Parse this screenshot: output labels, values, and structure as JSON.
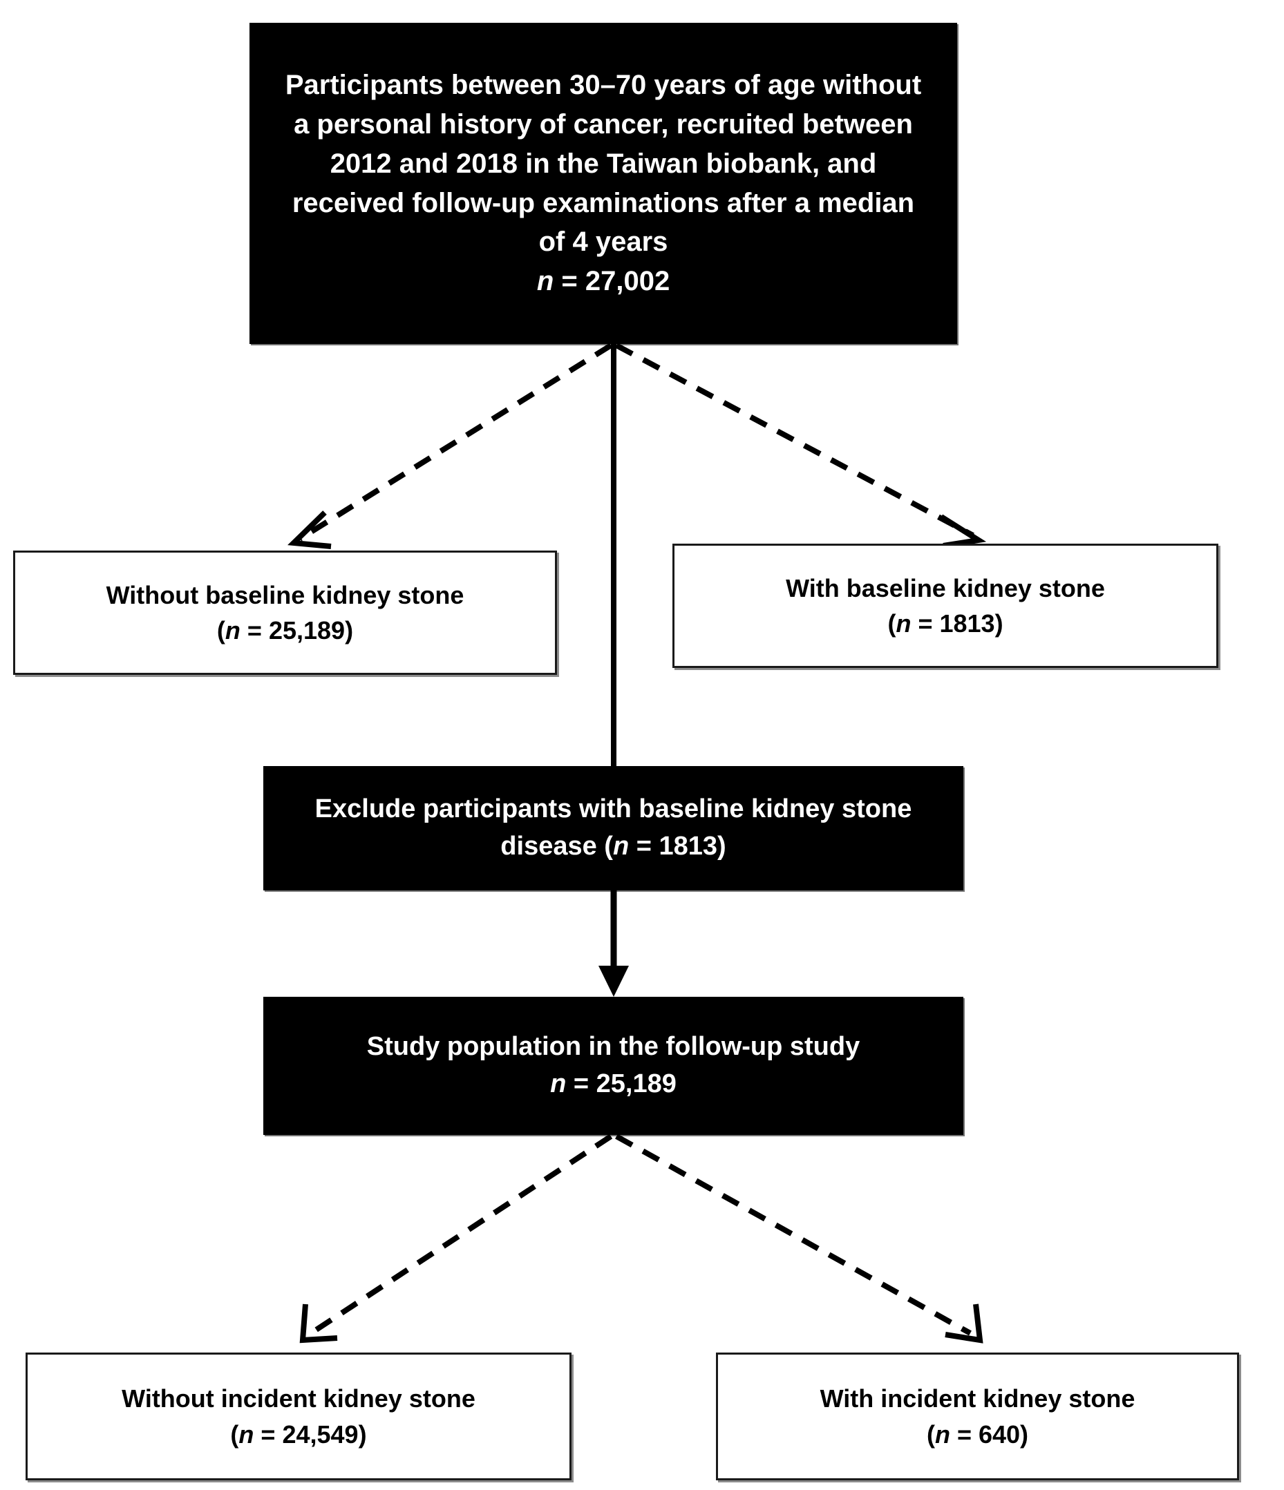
{
  "figure": {
    "type": "flow-diagram",
    "title": "Study participant flow diagram",
    "colors": {
      "filled_box_background": "#000000",
      "filled_box_text": "#ffffff",
      "outlined_box_background": "#ffffff",
      "outlined_box_border": "#1a1a1a",
      "connector": "#000000",
      "page_background": "#ffffff"
    }
  },
  "nodes": {
    "source": {
      "style": "filled",
      "line1": "Participants between 30–70 years of age without",
      "line2": "a personal history of cancer, recruited between",
      "line3": "2012 and 2018 in the Taiwan biobank, and",
      "line4": "received follow-up examinations after a median",
      "line5": "of 4 years",
      "n_prefix": "n",
      "n_eq": " = ",
      "n_value": "27,002"
    },
    "without_baseline": {
      "style": "outlined",
      "label": "Without baseline kidney stone",
      "n_open": "(",
      "n_prefix": "n",
      "n_eq": " = ",
      "n_value": "25,189",
      "n_close": ")"
    },
    "with_baseline": {
      "style": "outlined",
      "label": "With baseline kidney stone",
      "n_open": "(",
      "n_prefix": "n",
      "n_eq": " = ",
      "n_value": "1813",
      "n_close": ")"
    },
    "exclude": {
      "style": "filled",
      "line1": "Exclude participants with baseline kidney stone",
      "line2_prefix": "disease (",
      "n_prefix": "n",
      "n_eq": " = ",
      "n_value": "1813",
      "line2_suffix": ")"
    },
    "study_population": {
      "style": "filled",
      "label": "Study population in the follow-up study",
      "n_prefix": "n",
      "n_eq": " = ",
      "n_value": "25,189"
    },
    "without_incident": {
      "style": "outlined",
      "label": "Without incident kidney stone",
      "n_open": "(",
      "n_prefix": "n",
      "n_eq": " = ",
      "n_value": "24,549",
      "n_close": ")"
    },
    "with_incident": {
      "style": "outlined",
      "label": "With incident kidney stone",
      "n_open": "(",
      "n_prefix": "n",
      "n_eq": " = ",
      "n_value": "640",
      "n_close": ")"
    }
  },
  "connectors": [
    {
      "name": "source-to-without-baseline",
      "from": "source",
      "to": "without_baseline",
      "style": "dashed",
      "arrowhead": "open"
    },
    {
      "name": "source-to-with-baseline",
      "from": "source",
      "to": "with_baseline",
      "style": "dashed",
      "arrowhead": "open"
    },
    {
      "name": "source-to-exclude",
      "from": "source",
      "to": "exclude",
      "style": "solid",
      "arrowhead": "none"
    },
    {
      "name": "exclude-to-study-population",
      "from": "exclude",
      "to": "study_population",
      "style": "solid",
      "arrowhead": "filled"
    },
    {
      "name": "study-population-to-without-incident",
      "from": "study_population",
      "to": "without_incident",
      "style": "dashed",
      "arrowhead": "open"
    },
    {
      "name": "study-population-to-with-incident",
      "from": "study_population",
      "to": "with_incident",
      "style": "dashed",
      "arrowhead": "open"
    }
  ]
}
